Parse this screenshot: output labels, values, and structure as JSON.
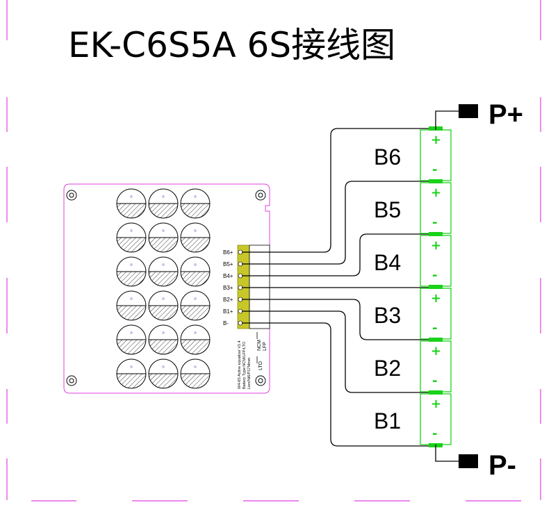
{
  "title": "EK-C6S5A  6S接线图",
  "cells": [
    {
      "label": "B6",
      "plus": "+",
      "minus": "-"
    },
    {
      "label": "B5",
      "plus": "+",
      "minus": "-"
    },
    {
      "label": "B4",
      "plus": "+",
      "minus": "-"
    },
    {
      "label": "B3",
      "plus": "+",
      "minus": "-"
    },
    {
      "label": "B2",
      "plus": "+",
      "minus": "-"
    },
    {
      "label": "B1",
      "plus": "+",
      "minus": "-"
    }
  ],
  "terminals": {
    "positive": "P+",
    "negative": "P-"
  },
  "pins": [
    "B6+",
    "B5+",
    "B4+",
    "B3+",
    "B2+",
    "B1+",
    "B-"
  ],
  "board": {
    "text_line1": "W4-6S Active equalizer V1.4",
    "text_line2": "Battery Type:NCM/LFP/LTO",
    "text_line3": "Lion/Ni6/P17Mmm",
    "type_ncm": "NCM",
    "type_lfp": "LFP",
    "type_lto": "LTO"
  },
  "colors": {
    "frame": "#e040e0",
    "cell_outline": "#19d219",
    "terminal_tab": "#19d219",
    "connector": "#c7c72a",
    "wire": "#000000"
  }
}
